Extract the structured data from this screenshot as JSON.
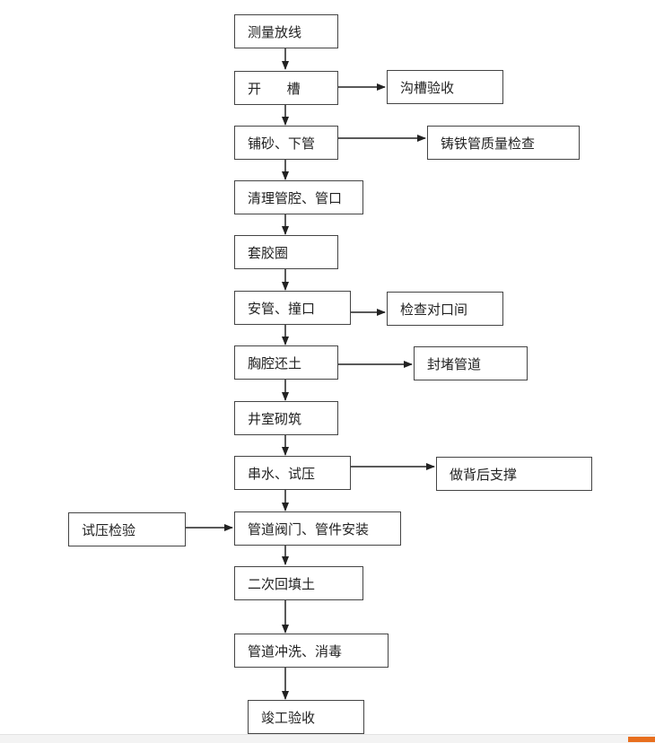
{
  "flow": {
    "steps": [
      "测量放线",
      "开      槽",
      "铺砂、下管",
      "清理管腔、管口",
      "套胶圈",
      "安管、撞口",
      "胸腔还土",
      "井室砌筑",
      "串水、试压",
      "管道阀门、管件安装",
      "二次回填土",
      "管道冲洗、消毒",
      "竣工验收"
    ],
    "side": {
      "trench_check": "沟槽验收",
      "pipe_quality": "铸铁管质量检查",
      "joint_gap": "检查对口间",
      "seal_pipe": "封堵管道",
      "back_support": "做背后支撑",
      "pressure_check": "试压检验"
    }
  },
  "colors": {
    "line": "#222222",
    "border": "#444444",
    "accent": "#e86f1e"
  }
}
